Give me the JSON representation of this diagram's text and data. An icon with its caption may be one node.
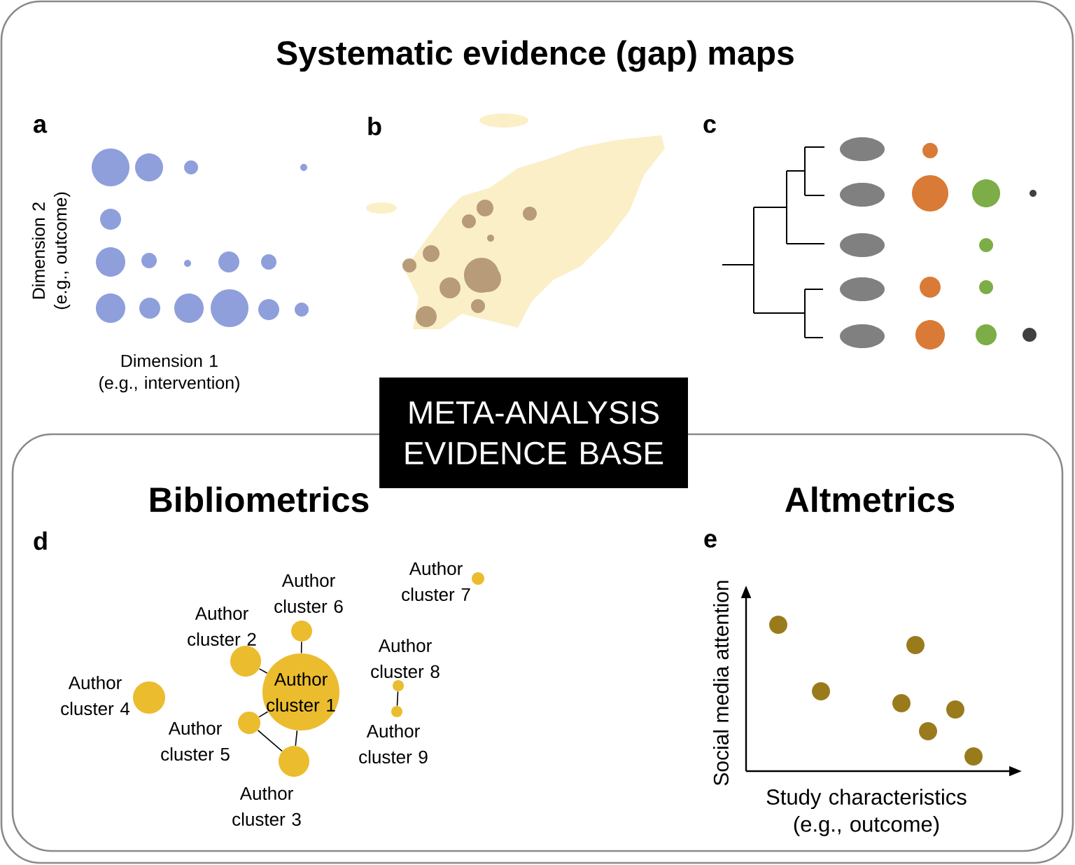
{
  "diagram": {
    "nodes": [
      {
        "text": [
          "Systematic evidence (gap) maps"
        ]
      },
      {
        "text": [
          "Bibliometrics",
          "Altmetrics"
        ],
        "in": 0
      },
      {
        "text": [
          "META-ANALYSIS EVIDENCE BASE"
        ],
        "in": 0
      },
      {
        "text": [
          "Author cluster 1"
        ],
        "in": 1
      },
      {
        "text": [
          "Author cluster 2"
        ],
        "in": 1
      },
      {
        "text": [
          "Author cluster 3"
        ],
        "in": 1
      },
      {
        "text": [
          "Author cluster 4"
        ],
        "in": 1
      },
      {
        "text": [
          "Author cluster 5"
        ],
        "in": 1
      },
      {
        "text": [
          "Author cluster 6"
        ],
        "in": 1
      },
      {
        "text": [
          "Author cluster 7"
        ],
        "in": 1
      },
      {
        "text": [
          "Author cluster 8"
        ],
        "in": 1
      },
      {
        "text": [
          "Author cluster 9"
        ],
        "in": 1
      }
    ],
    "edges": [
      {
        "from": 3,
        "to": 8,
        "arrow": "none"
      },
      {
        "from": 3,
        "to": 4,
        "arrow": "none"
      },
      {
        "from": 3,
        "to": 7,
        "arrow": "none"
      },
      {
        "from": 3,
        "to": 5,
        "arrow": "none"
      },
      {
        "from": 7,
        "to": 5,
        "arrow": "none"
      },
      {
        "from": 10,
        "to": 11,
        "arrow": "none"
      }
    ],
    "labels": [
      "a",
      "b",
      "c",
      "Dimension 2 (e.g., outcome)",
      "Dimension 1 (e.g., intervention)",
      "d",
      "e",
      "Social media attention",
      "Study characteristics (e.g., outcome)"
    ]
  }
}
